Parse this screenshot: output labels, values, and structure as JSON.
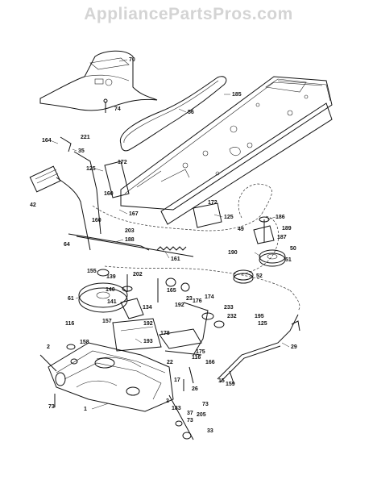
{
  "watermark": "AppliancePartsPros.com",
  "parts": [
    "70",
    "74",
    "56",
    "185",
    "221",
    "164",
    "35",
    "172",
    "125",
    "160",
    "42",
    "167",
    "172",
    "125",
    "186",
    "189",
    "49",
    "187",
    "50",
    "51",
    "52",
    "190",
    "160",
    "203",
    "188",
    "161",
    "64",
    "155",
    "139",
    "202",
    "165",
    "61",
    "140",
    "23",
    "176",
    "174",
    "141",
    "134",
    "192",
    "233",
    "232",
    "195",
    "125",
    "157",
    "192",
    "193",
    "178",
    "22",
    "175",
    "116",
    "166",
    "29",
    "116",
    "158",
    "2",
    "17",
    "15",
    "159",
    "26",
    "73",
    "183",
    "37",
    "205",
    "73",
    "33",
    "1",
    "2",
    "73"
  ]
}
